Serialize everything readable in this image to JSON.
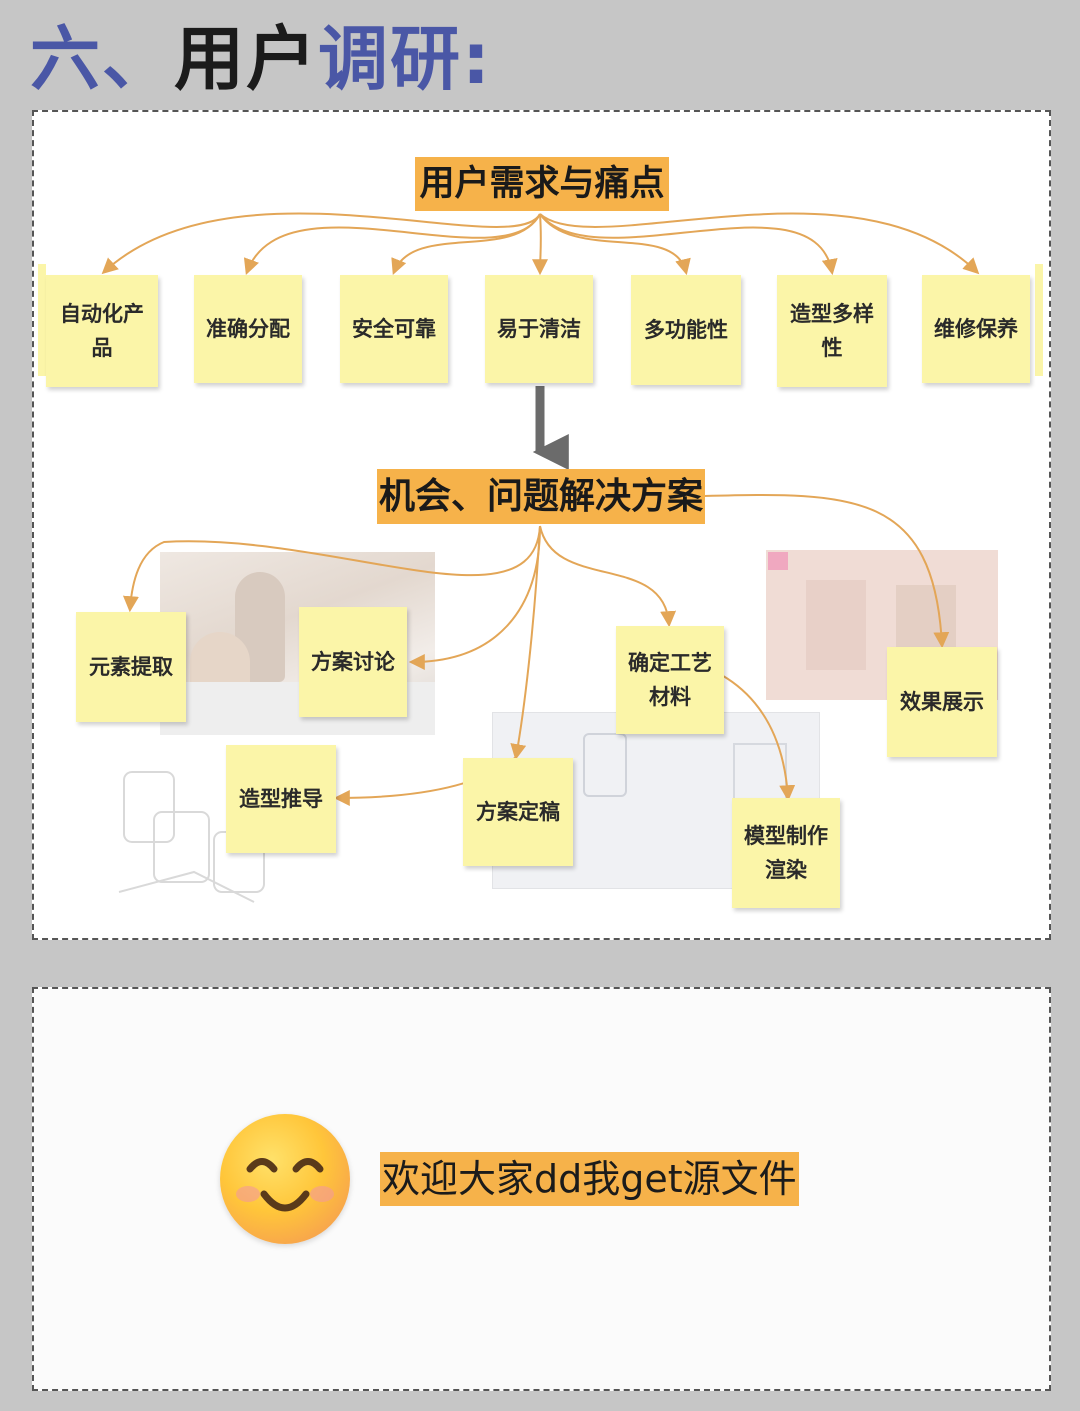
{
  "heading": {
    "number": "六、",
    "part1": "用户",
    "part2": "调研",
    "colon": ":"
  },
  "diagram": {
    "top_hub": "用户需求与痛点",
    "needs": [
      "自动化产品",
      "准确分配",
      "安全可靠",
      "易于清洁",
      "多功能性",
      "造型多样性",
      "维修保养"
    ],
    "mid_hub": "机会、问题解决方案",
    "solutions": {
      "elements": "元素提取",
      "discussion": "方案讨论",
      "process": "确定工艺材料",
      "effect": "效果展示",
      "derivation": "造型推导",
      "final": "方案定稿",
      "model": "模型制作渲染"
    }
  },
  "footer": {
    "message": "欢迎大家dd我get源文件",
    "emoji": "smiling-face-emoji"
  },
  "colors": {
    "accent": "#f6b24a",
    "note": "#fbf5a8",
    "arrow": "#e3a657",
    "heading_blue": "#4a57a6"
  }
}
